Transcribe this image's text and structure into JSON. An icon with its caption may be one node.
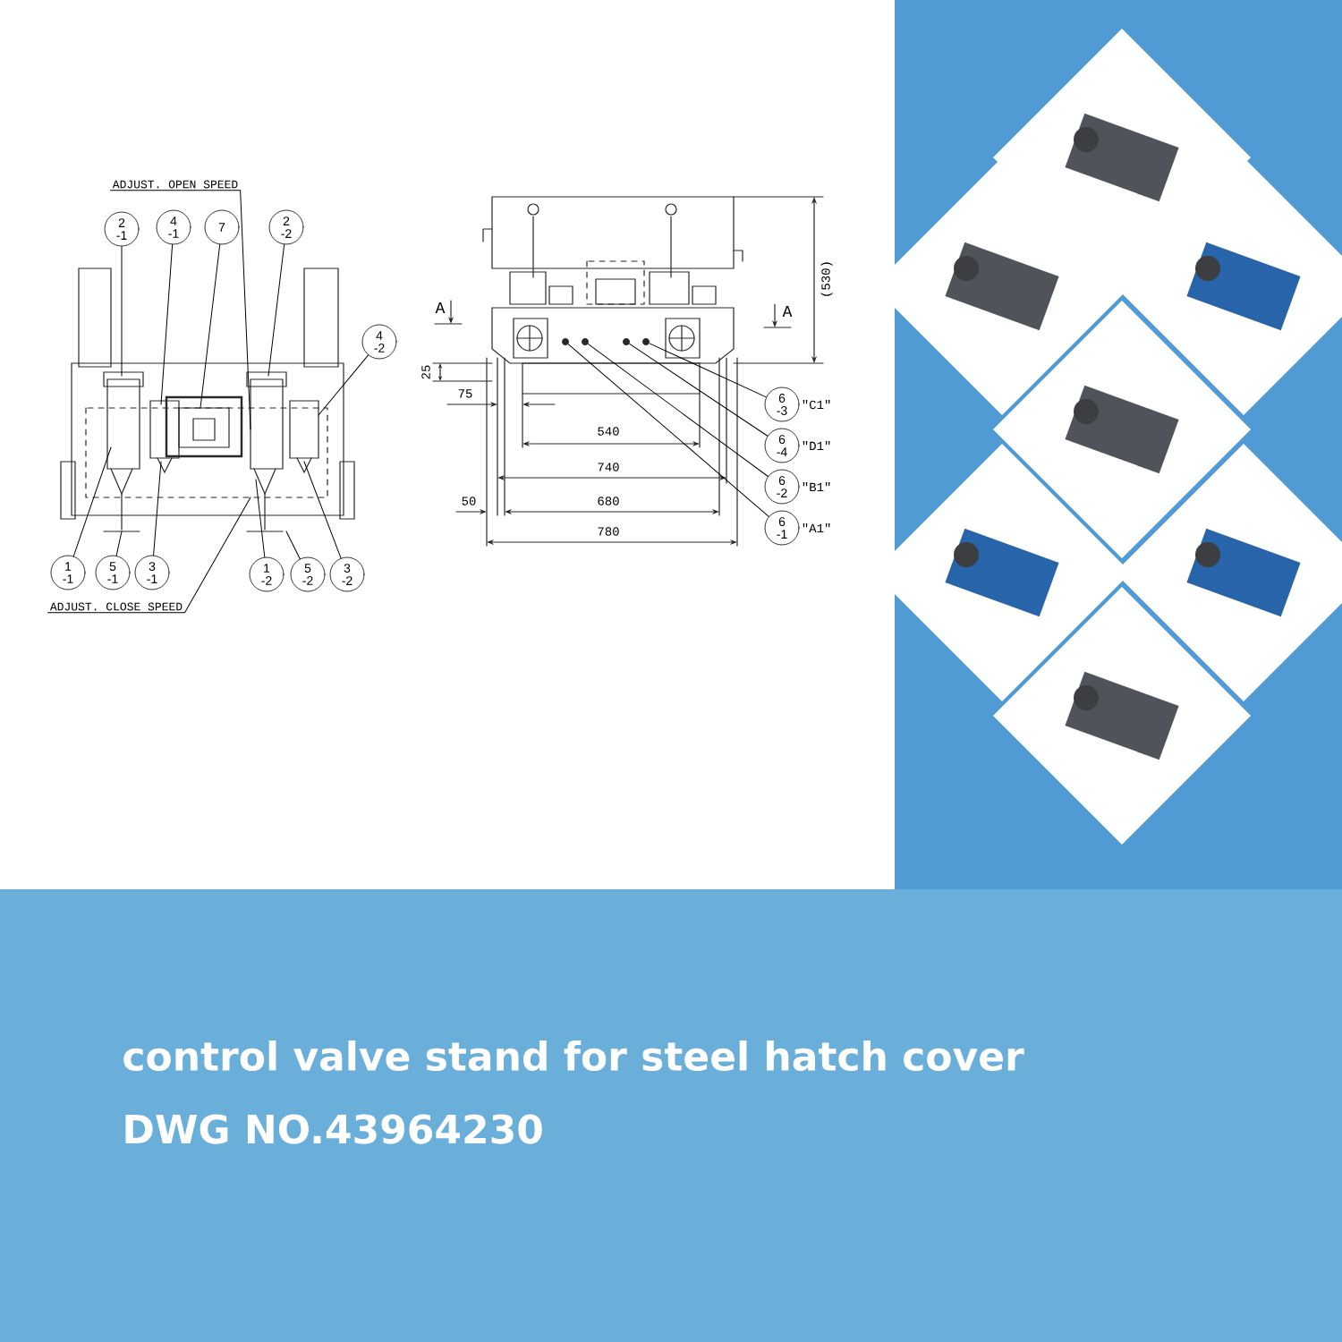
{
  "diagram": {
    "title": "control valve stand for steel hatch cover",
    "caption": "DWG NO.43964230",
    "nodes": [
      {
        "text": [
          "ADJUST. OPEN SPEED"
        ]
      },
      {
        "text": [
          "2 -1"
        ]
      },
      {
        "text": [
          "4 -1"
        ]
      },
      {
        "text": [
          "7"
        ]
      },
      {
        "text": [
          "2 -2"
        ]
      },
      {
        "text": [
          "4 -2"
        ]
      },
      {
        "text": [
          "1 -1"
        ]
      },
      {
        "text": [
          "5 -1"
        ]
      },
      {
        "text": [
          "3 -1"
        ]
      },
      {
        "text": [
          "1 -2"
        ]
      },
      {
        "text": [
          "5 -2"
        ]
      },
      {
        "text": [
          "3 -2"
        ]
      },
      {
        "text": [
          "ADJUST. CLOSE SPEED"
        ]
      },
      {
        "text": [
          "6 -3"
        ],
        "beside": [
          "\"C1\""
        ]
      },
      {
        "text": [
          "6 -4"
        ],
        "beside": [
          "\"D1\""
        ]
      },
      {
        "text": [
          "6 -2"
        ],
        "beside": [
          "\"B1\""
        ]
      },
      {
        "text": [
          "6 -1"
        ],
        "beside": [
          "\"A1\""
        ]
      },
      {
        "text": [],
        "shape": "picture"
      },
      {
        "text": [],
        "shape": "circle"
      },
      {
        "text": [],
        "shape": "circle"
      },
      {
        "text": [],
        "shape": "circle"
      },
      {
        "text": [],
        "shape": "circle"
      }
    ],
    "edges": [
      {
        "from": 0,
        "to": 17,
        "arrow": "none"
      },
      {
        "from": 1,
        "to": 17,
        "arrow": "none"
      },
      {
        "from": 2,
        "to": 17,
        "arrow": "none"
      },
      {
        "from": 3,
        "to": 17,
        "arrow": "none"
      },
      {
        "from": 4,
        "to": 17,
        "arrow": "none"
      },
      {
        "from": 5,
        "to": 17,
        "arrow": "none"
      },
      {
        "from": 6,
        "to": 17,
        "arrow": "none"
      },
      {
        "from": 7,
        "to": 17,
        "arrow": "none"
      },
      {
        "from": 8,
        "to": 17,
        "arrow": "none"
      },
      {
        "from": 9,
        "to": 17,
        "arrow": "none"
      },
      {
        "from": 10,
        "to": 17,
        "arrow": "none"
      },
      {
        "from": 11,
        "to": 17,
        "arrow": "none"
      },
      {
        "from": 12,
        "to": 17,
        "arrow": "none"
      },
      {
        "from": 13,
        "to": 21,
        "arrow": "none"
      },
      {
        "from": 14,
        "to": 20,
        "arrow": "none"
      },
      {
        "from": 15,
        "to": 19,
        "arrow": "none"
      },
      {
        "from": 16,
        "to": 18,
        "arrow": "none"
      }
    ],
    "labels": [
      "(530)",
      "A",
      "A",
      "25",
      "75",
      "540",
      "740",
      "50",
      "680",
      "780"
    ]
  }
}
